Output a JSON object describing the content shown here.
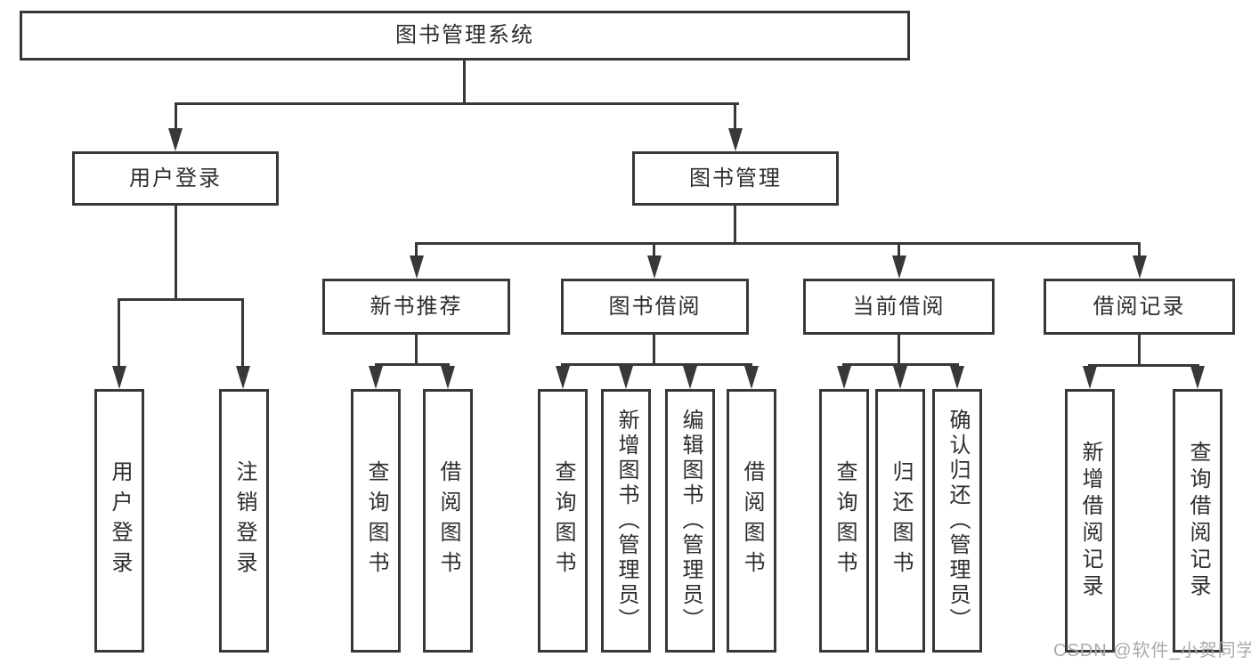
{
  "diagram_title": "图书管理系统",
  "tree": {
    "label": "图书管理系统",
    "children": [
      {
        "label": "用户登录",
        "children": [
          {
            "label": "用户登录"
          },
          {
            "label": "注销登录"
          }
        ]
      },
      {
        "label": "图书管理",
        "children": [
          {
            "label": "新书推荐",
            "children": [
              {
                "label": "查询图书"
              },
              {
                "label": "借阅图书"
              }
            ]
          },
          {
            "label": "图书借阅",
            "children": [
              {
                "label": "查询图书"
              },
              {
                "label": "新增图书（管理员）"
              },
              {
                "label": "编辑图书（管理员）"
              },
              {
                "label": "借阅图书"
              }
            ]
          },
          {
            "label": "当前借阅",
            "children": [
              {
                "label": "查询图书"
              },
              {
                "label": "归还图书"
              },
              {
                "label": "确认归还（管理员）"
              }
            ]
          },
          {
            "label": "借阅记录",
            "children": [
              {
                "label": "新增借阅记录"
              },
              {
                "label": "查询借阅记录"
              }
            ]
          }
        ]
      }
    ]
  },
  "watermark": {
    "text": "CSDN @软件_小贺同学"
  },
  "colors": {
    "line": "#383838",
    "text": "#2d2d2d",
    "watermark": "#ababab",
    "background": "#ffffff"
  }
}
